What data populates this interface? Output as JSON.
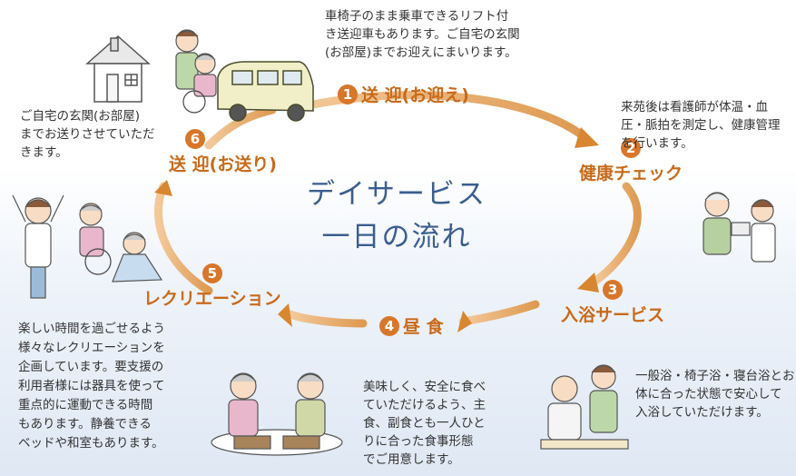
{
  "title": {
    "line1": "デイサービス",
    "line2": "一日の流れ"
  },
  "steps": [
    {
      "num": "1",
      "label": "送 迎(お迎え)"
    },
    {
      "num": "2",
      "label": "健康チェック"
    },
    {
      "num": "3",
      "label": "入浴サービス"
    },
    {
      "num": "4",
      "label": "昼 食"
    },
    {
      "num": "5",
      "label": "レクリエーション"
    },
    {
      "num": "6",
      "label": "送 迎(お送り)"
    }
  ],
  "descriptions": {
    "pickup": "車椅子のまま乗車できるリフト付\nき送迎車もあります。ご自宅の玄関\n(お部屋)までお迎えにまいります。",
    "health": "来苑後は看護師が体温・血\n圧・脈拍を測定し、健康管理\nを行います。",
    "bath": "一般浴・椅子浴・寝台浴とお\n体に合った状態で安心して\n入浴していただけます。",
    "lunch": "美味しく、安全に食べ\nていただけるよう、主\n食、副食とも一人ひと\nりに合った食事形態\nでご用意します。",
    "recreation": "楽しい時間を過ごせるよう\n様々なレクリエーションを\n企画しています。要支援の\n利用者様には器具を使って\n重点的に運動できる時間\nもあります。静養できる\nベッドや和室もあります。",
    "dropoff": "ご自宅の玄関(お部屋)\nまでお送りさせていただ\nきます。"
  },
  "colors": {
    "arrow": "#e0a15e",
    "accent": "#d8762a",
    "title": "#3a5e8f"
  }
}
